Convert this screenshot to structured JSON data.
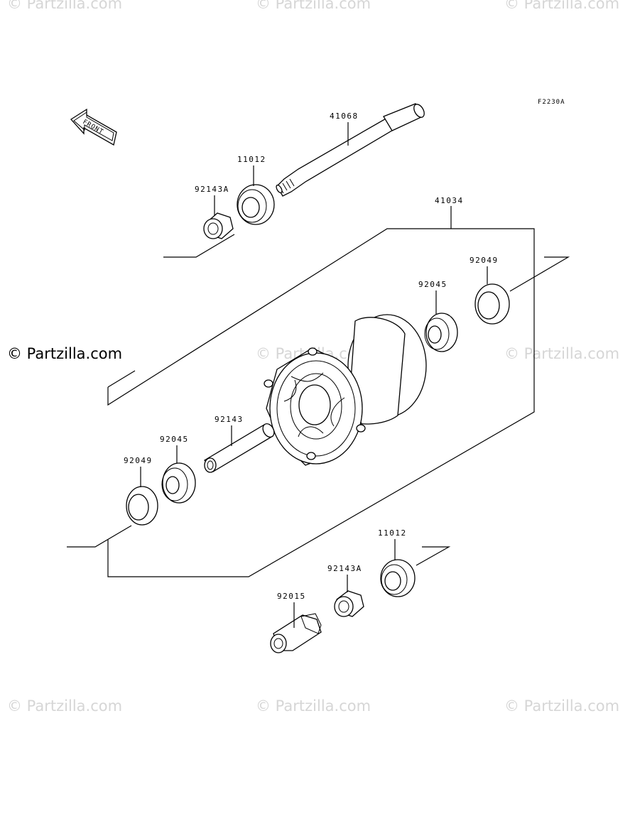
{
  "diagram_code": "F2230A",
  "front_arrow_label": "FRONT",
  "copyright_notice": "© Partzilla.com",
  "watermark_text": "© Partzilla.com",
  "parts": {
    "axle": "41068",
    "collar_upper": "92143A",
    "seal_upper": "11012",
    "hub": "41034",
    "seal_right": "92049",
    "bearing_right": "92045",
    "spacer": "92143",
    "bearing_left": "92045",
    "seal_left": "92049",
    "seal_lower": "11012",
    "collar_lower": "92143A",
    "axle_nut": "92015"
  }
}
